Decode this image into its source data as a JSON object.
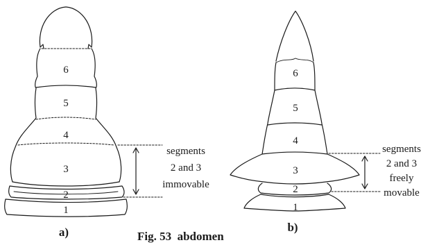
{
  "figure": {
    "caption": "Fig. 53  abdomen"
  },
  "panel_a": {
    "label": "a)",
    "segments": [
      "1",
      "2",
      "3",
      "4",
      "5",
      "6"
    ],
    "note": [
      "segments",
      "2 and 3",
      "immovable"
    ]
  },
  "panel_b": {
    "label": "b)",
    "segments": [
      "1",
      "2",
      "3",
      "4",
      "5",
      "6"
    ],
    "note": [
      "segments",
      "2 and 3",
      "freely",
      "movable"
    ]
  }
}
